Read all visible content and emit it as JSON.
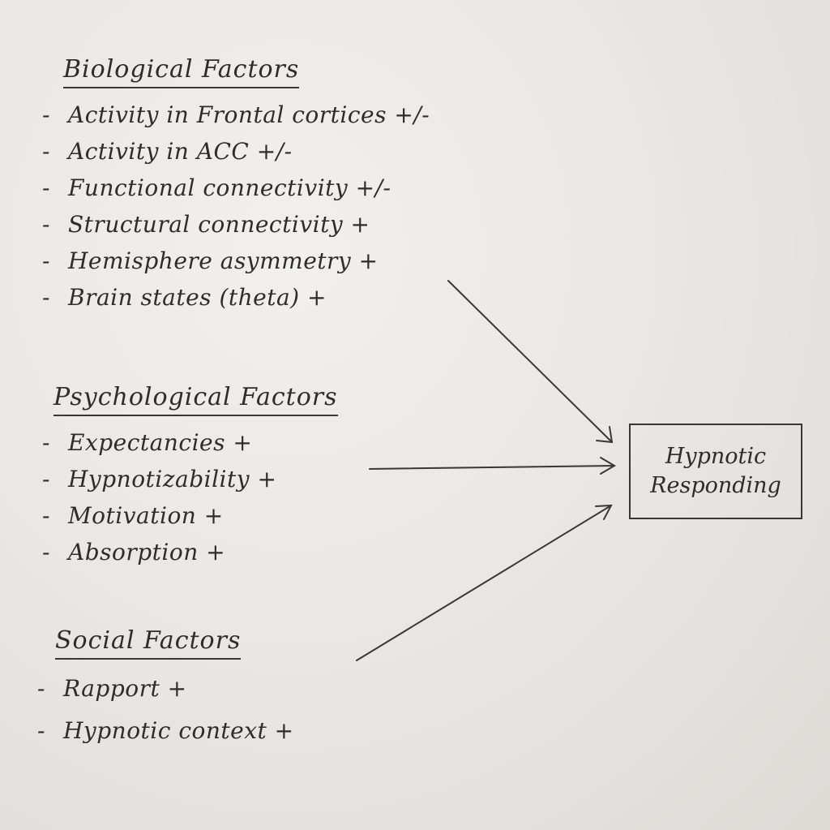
{
  "biological": {
    "heading": "Biological Factors",
    "items": [
      {
        "dash": "-",
        "text": "Activity in Frontal cortices +/-"
      },
      {
        "dash": "-",
        "text": "Activity in ACC +/-"
      },
      {
        "dash": "-",
        "text": "Functional connectivity +/-"
      },
      {
        "dash": "-",
        "text": "Structural connectivity +"
      },
      {
        "dash": "-",
        "text": "Hemisphere asymmetry +"
      },
      {
        "dash": "-",
        "text": "Brain states (theta) +"
      }
    ]
  },
  "psychological": {
    "heading": "Psychological Factors",
    "items": [
      {
        "dash": "-",
        "text": "Expectancies +"
      },
      {
        "dash": "-",
        "text": "Hypnotizability +"
      },
      {
        "dash": "-",
        "text": "Motivation +"
      },
      {
        "dash": "-",
        "text": "Absorption +"
      }
    ]
  },
  "social": {
    "heading": "Social Factors",
    "items": [
      {
        "dash": "-",
        "text": "Rapport +"
      },
      {
        "dash": "-",
        "text": "Hypnotic context +"
      }
    ]
  },
  "outcome": {
    "line1": "Hypnotic",
    "line2": "Responding"
  },
  "colors": {
    "ink": "#2f2d2b",
    "paper": "#e9e7e4"
  },
  "icons": {
    "arrow": "arrow-icon"
  }
}
